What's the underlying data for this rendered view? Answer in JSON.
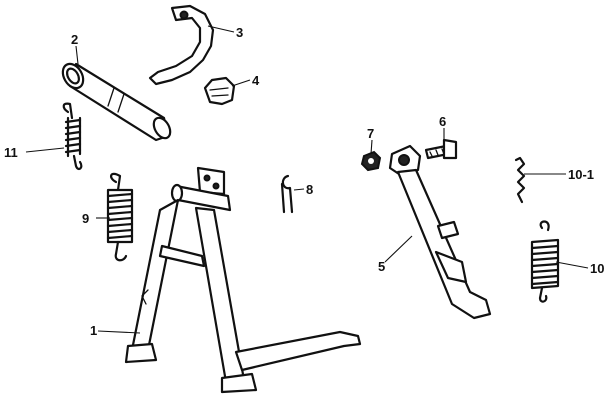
{
  "diagram": {
    "colors": {
      "ink": "#111111",
      "background": "#ffffff"
    },
    "callouts": [
      {
        "id": "main-stand",
        "label": "1"
      },
      {
        "id": "pivot-shaft",
        "label": "2"
      },
      {
        "id": "bracket",
        "label": "3"
      },
      {
        "id": "clip",
        "label": "4"
      },
      {
        "id": "side-stand",
        "label": "5"
      },
      {
        "id": "bolt",
        "label": "6"
      },
      {
        "id": "nut",
        "label": "7"
      },
      {
        "id": "cotter-pin",
        "label": "8"
      },
      {
        "id": "main-stand-spring",
        "label": "9"
      },
      {
        "id": "side-stand-spring",
        "label": "10"
      },
      {
        "id": "side-stand-spring-small",
        "label": "10-1"
      },
      {
        "id": "small-spring",
        "label": "11"
      }
    ]
  }
}
